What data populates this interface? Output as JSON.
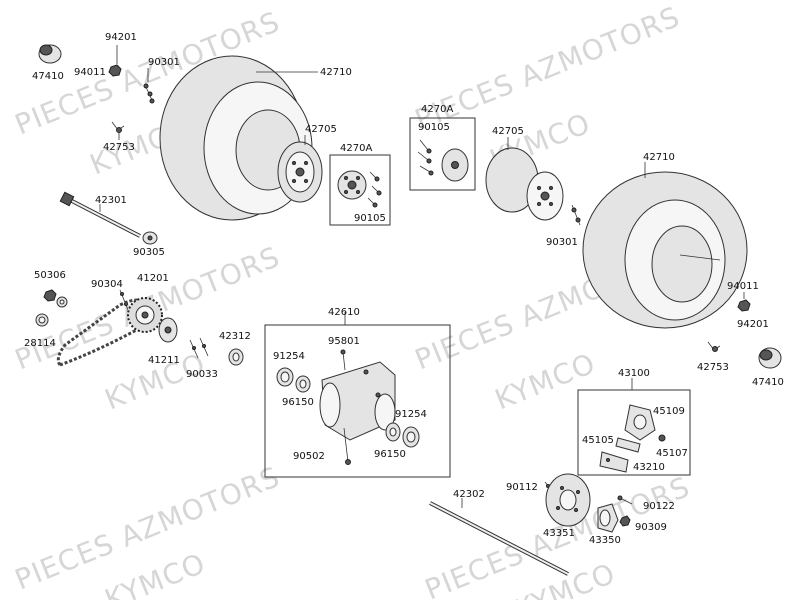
{
  "watermarks": [
    "PIECES AZMOTORS",
    "KYMCO",
    "PIECES AZMOTORS",
    "KYMCO",
    "PIECES AZMOTORS",
    "KYMCO",
    "PIECES AZMOTORS",
    "KYMCO",
    "PIECES AZMOTORS",
    "KYMCO",
    "PIECES AZMOTORS",
    "KYMCO"
  ],
  "labels": [
    "94201",
    "47410",
    "94011",
    "90301",
    "42710",
    "42705",
    "42753",
    "4270A",
    "90105",
    "42301",
    "90305",
    "4270A",
    "90105",
    "42705",
    "42710",
    "90301",
    "50306",
    "90304",
    "41201",
    "28114",
    "41211",
    "90033",
    "42312",
    "94011",
    "94201",
    "42753",
    "47410",
    "42610",
    "95801",
    "91254",
    "96150",
    "91254",
    "96150",
    "90502",
    "43100",
    "45109",
    "45105",
    "45107",
    "43210",
    "90112",
    "42302",
    "90122",
    "90309",
    "43351",
    "43350"
  ]
}
